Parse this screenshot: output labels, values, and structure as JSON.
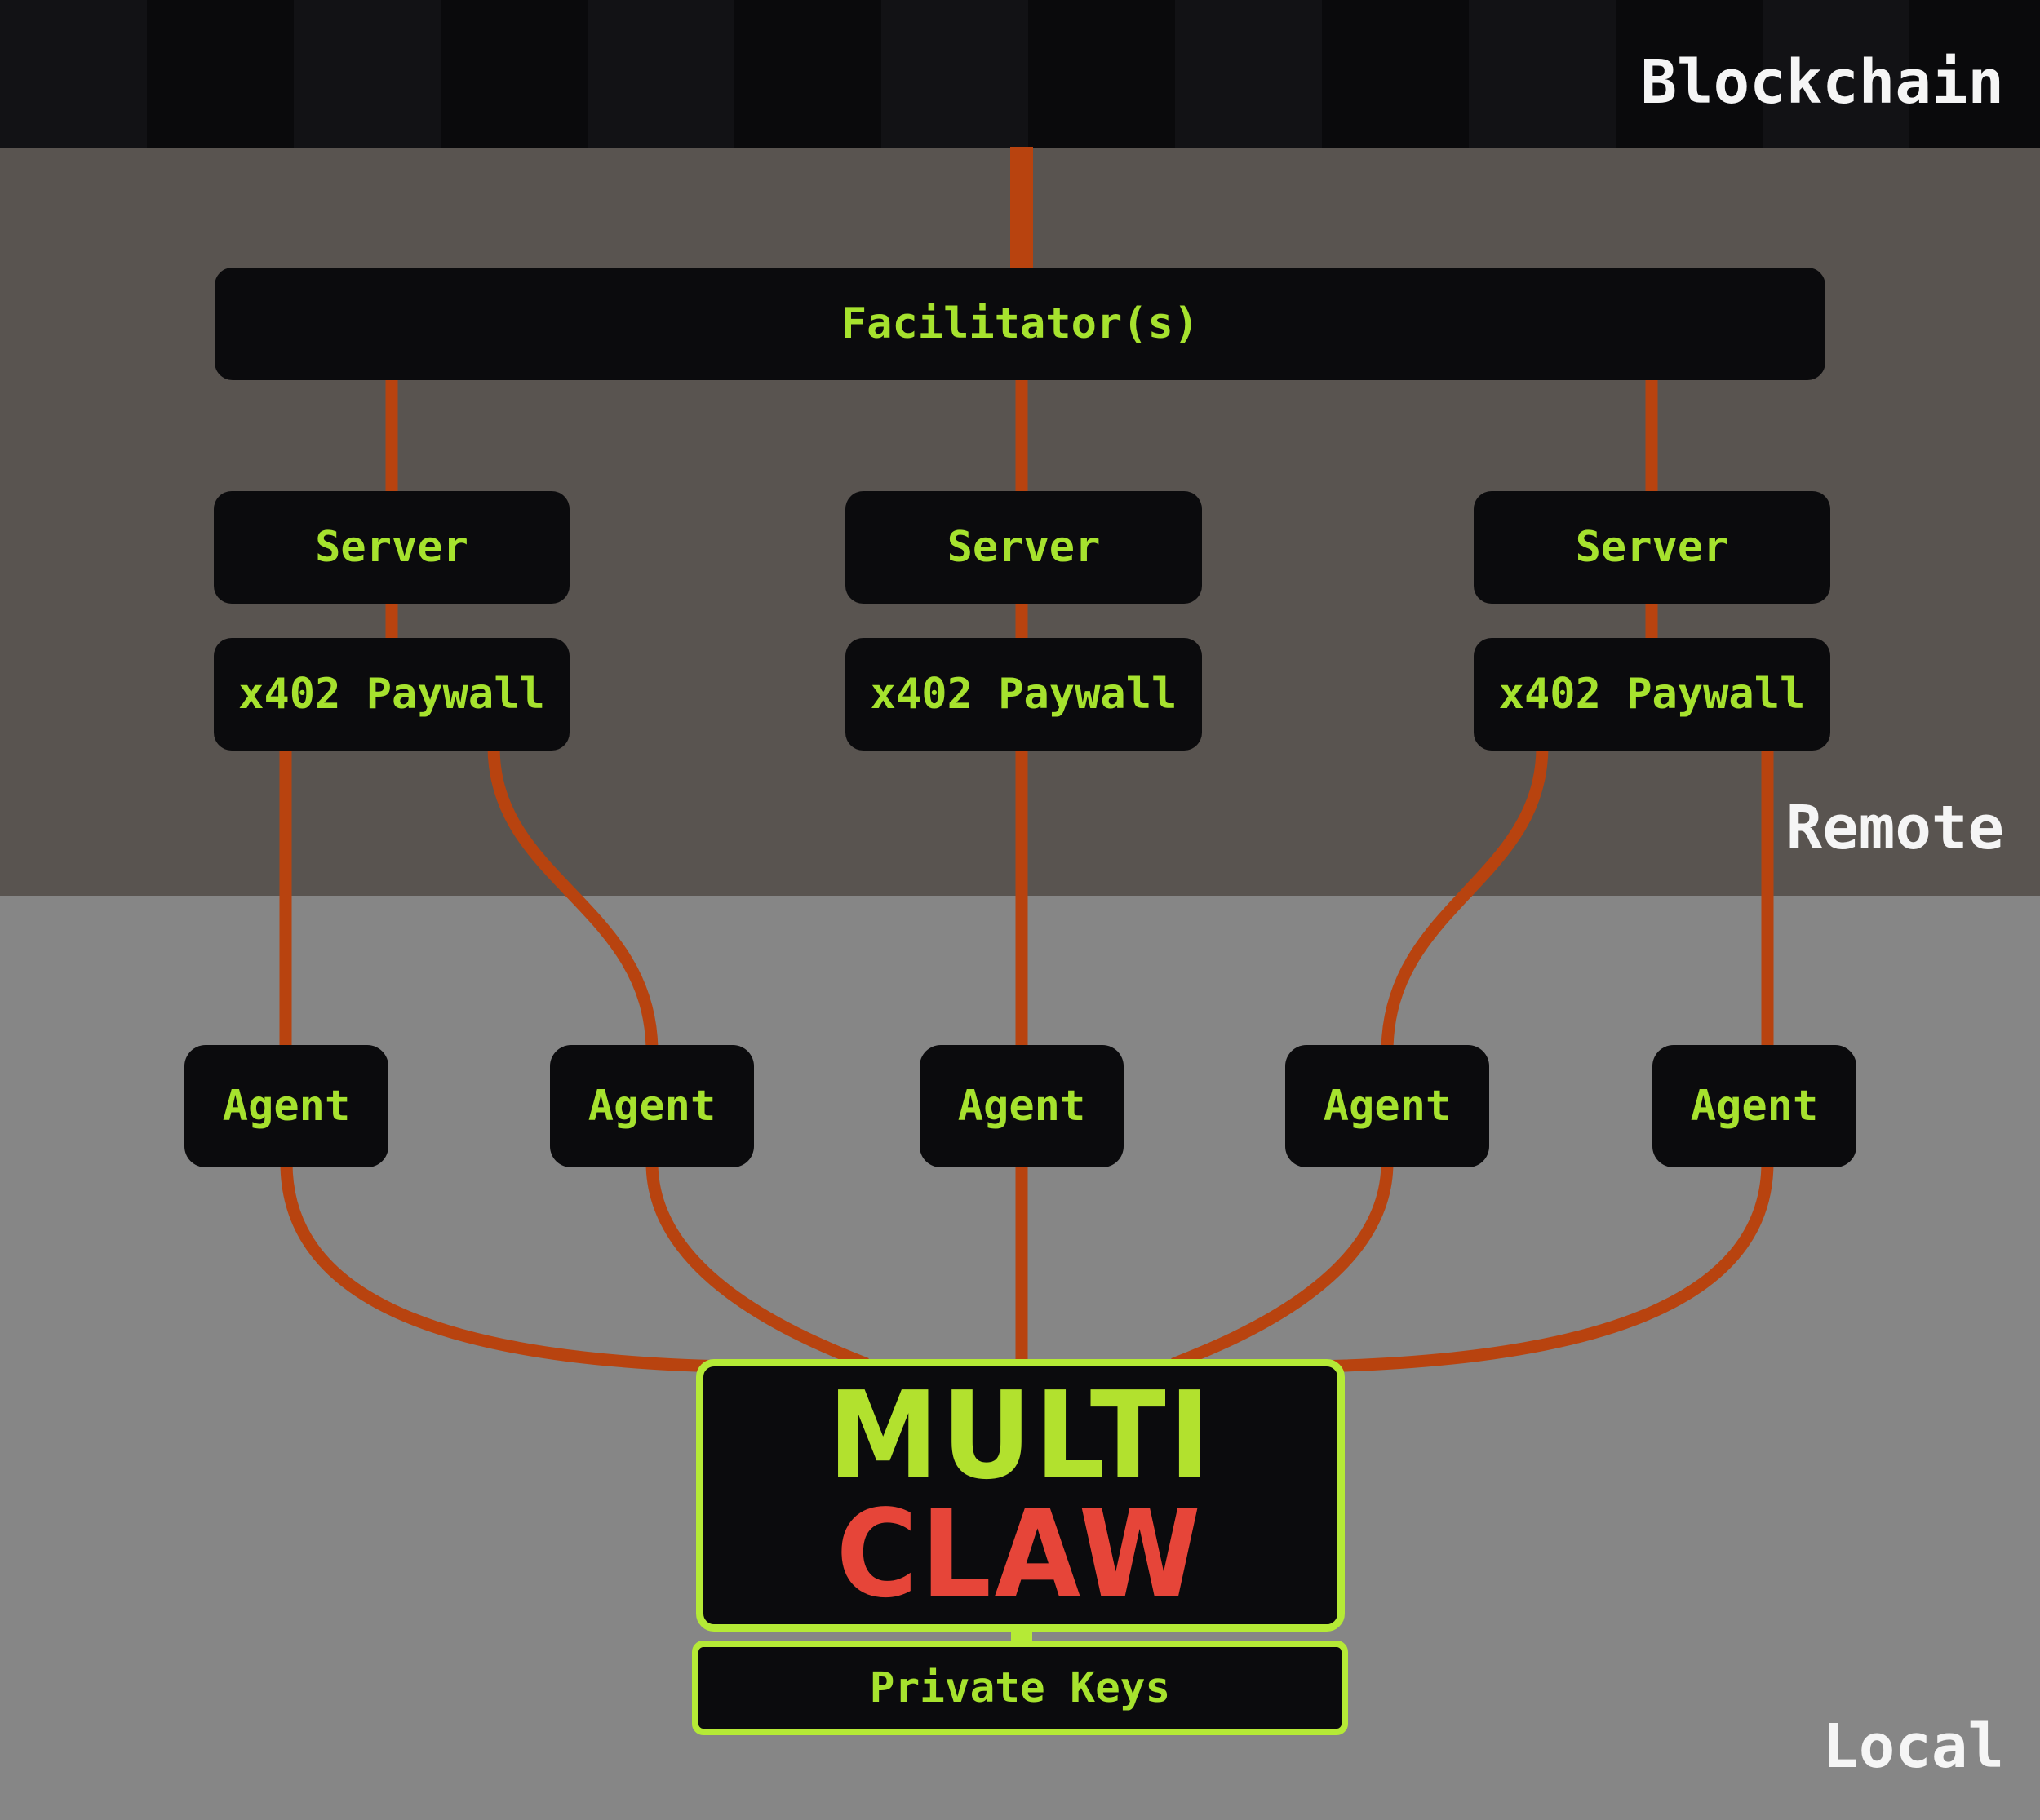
{
  "bands": {
    "blockchain": {
      "label": "Blockchain"
    },
    "remote": {
      "label": "Remote"
    },
    "local": {
      "label": "Local"
    }
  },
  "nodes": {
    "facilitator": {
      "label": "Facilitator(s)"
    },
    "servers": [
      {
        "label": "Server"
      },
      {
        "label": "Server"
      },
      {
        "label": "Server"
      }
    ],
    "paywalls": [
      {
        "label": "x402 Paywall"
      },
      {
        "label": "x402 Paywall"
      },
      {
        "label": "x402 Paywall"
      }
    ],
    "agents": [
      {
        "label": "Agent"
      },
      {
        "label": "Agent"
      },
      {
        "label": "Agent"
      },
      {
        "label": "Agent"
      },
      {
        "label": "Agent"
      }
    ],
    "wallet": {
      "logo_line1": "MULTI",
      "logo_line2": "CLAW"
    },
    "private_keys": {
      "label": "Private Keys"
    }
  },
  "colors": {
    "stripe_light": "#121215",
    "stripe_dark": "#0a0a0c",
    "remote_band_bg": "#595450",
    "local_band_bg": "#868686",
    "node_bg": "#0b0b0d",
    "node_label_green": "#a6e22e",
    "lime_border": "#b5ea36",
    "logo_green": "#b2e12e",
    "logo_red": "#e64539",
    "connector_orange": "#b8430f",
    "band_label_white": "#f5f5f5"
  }
}
